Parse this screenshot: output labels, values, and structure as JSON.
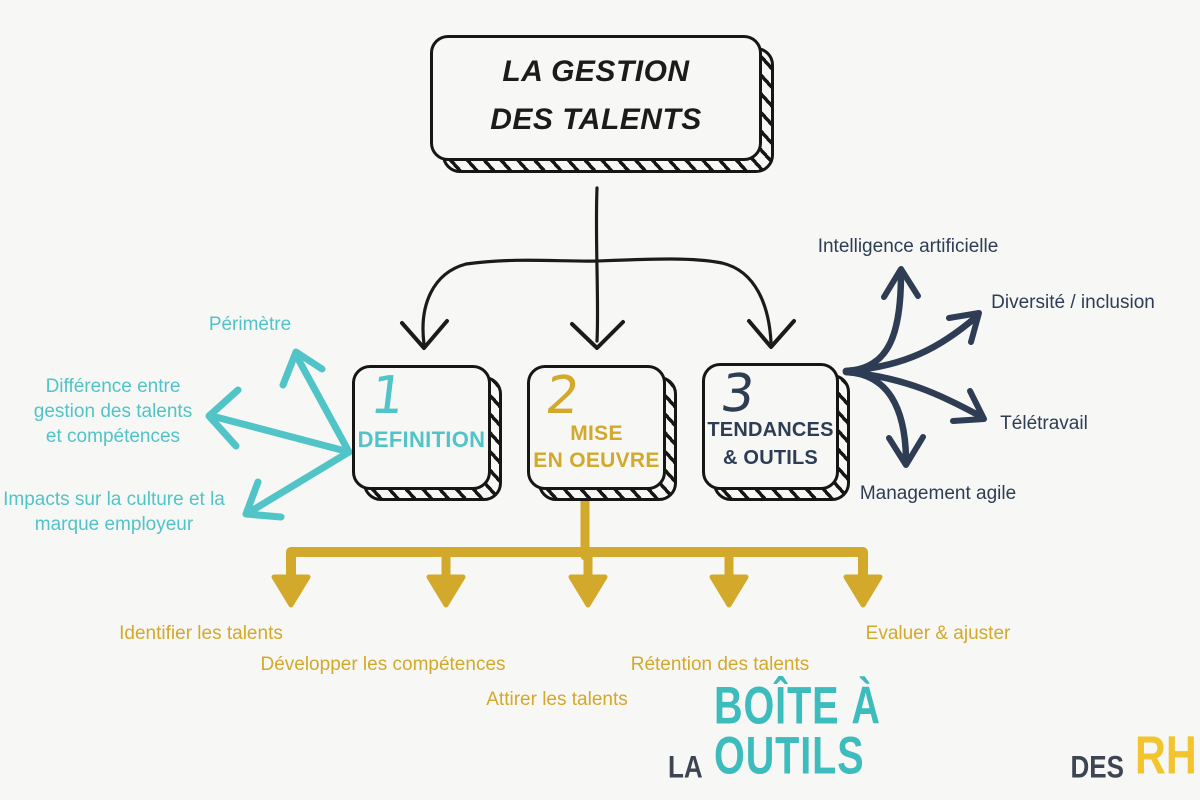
{
  "colors": {
    "ink": "#1b1b1b",
    "teal": "#50c4c6",
    "gold": "#d2a92a",
    "navy": "#2e3d54",
    "paper": "#f7f7f5",
    "logo_dark": "#3d4452",
    "logo_teal": "#3cbcbd",
    "logo_gold": "#f2c52f"
  },
  "root": {
    "title": "LA GESTION\nDES TALENTS"
  },
  "branch1": {
    "number": "1",
    "label": "DEFINITION",
    "topics": {
      "perimetre": "Périmètre",
      "difference": "Différence entre\ngestion des talents\net compétences",
      "impacts": "Impacts sur la culture et la\nmarque employeur"
    }
  },
  "branch2": {
    "number": "2",
    "label": "MISE\nEN OEUVRE",
    "steps": [
      "Identifier les talents",
      "Développer les compétences",
      "Attirer les talents",
      "Rétention des talents",
      "Evaluer & ajuster"
    ]
  },
  "branch3": {
    "number": "3",
    "label": "TENDANCES\n& OUTILS",
    "topics": {
      "ia": "Intelligence artificielle",
      "diversite": "Diversité / inclusion",
      "teletravail": "Télétravail",
      "management": "Management agile"
    }
  },
  "logo": {
    "la": "LA",
    "boite": "BOÎTE À OUTILS",
    "des": "DES",
    "rh": "RH"
  }
}
